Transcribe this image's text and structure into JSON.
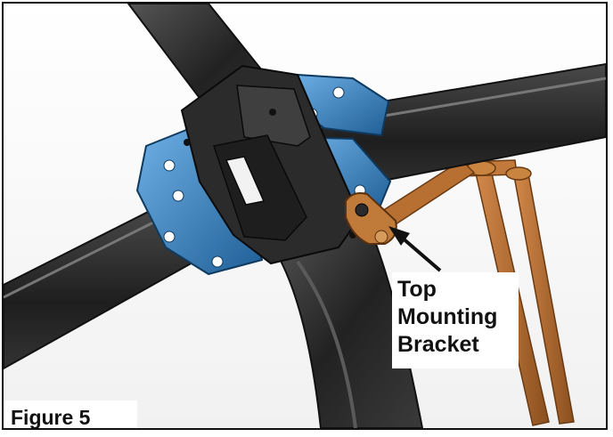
{
  "callout": {
    "line1": "Top",
    "line2": "Mounting",
    "line3": "Bracket"
  },
  "figure_label": "Figure 5",
  "colors": {
    "frame_tube": "#2a2a2a",
    "tube_highlight": "#6a6a6a",
    "bracket_blue": "#3d86c6",
    "strut_bronze": "#b06a2e",
    "label_text": "#111111"
  }
}
